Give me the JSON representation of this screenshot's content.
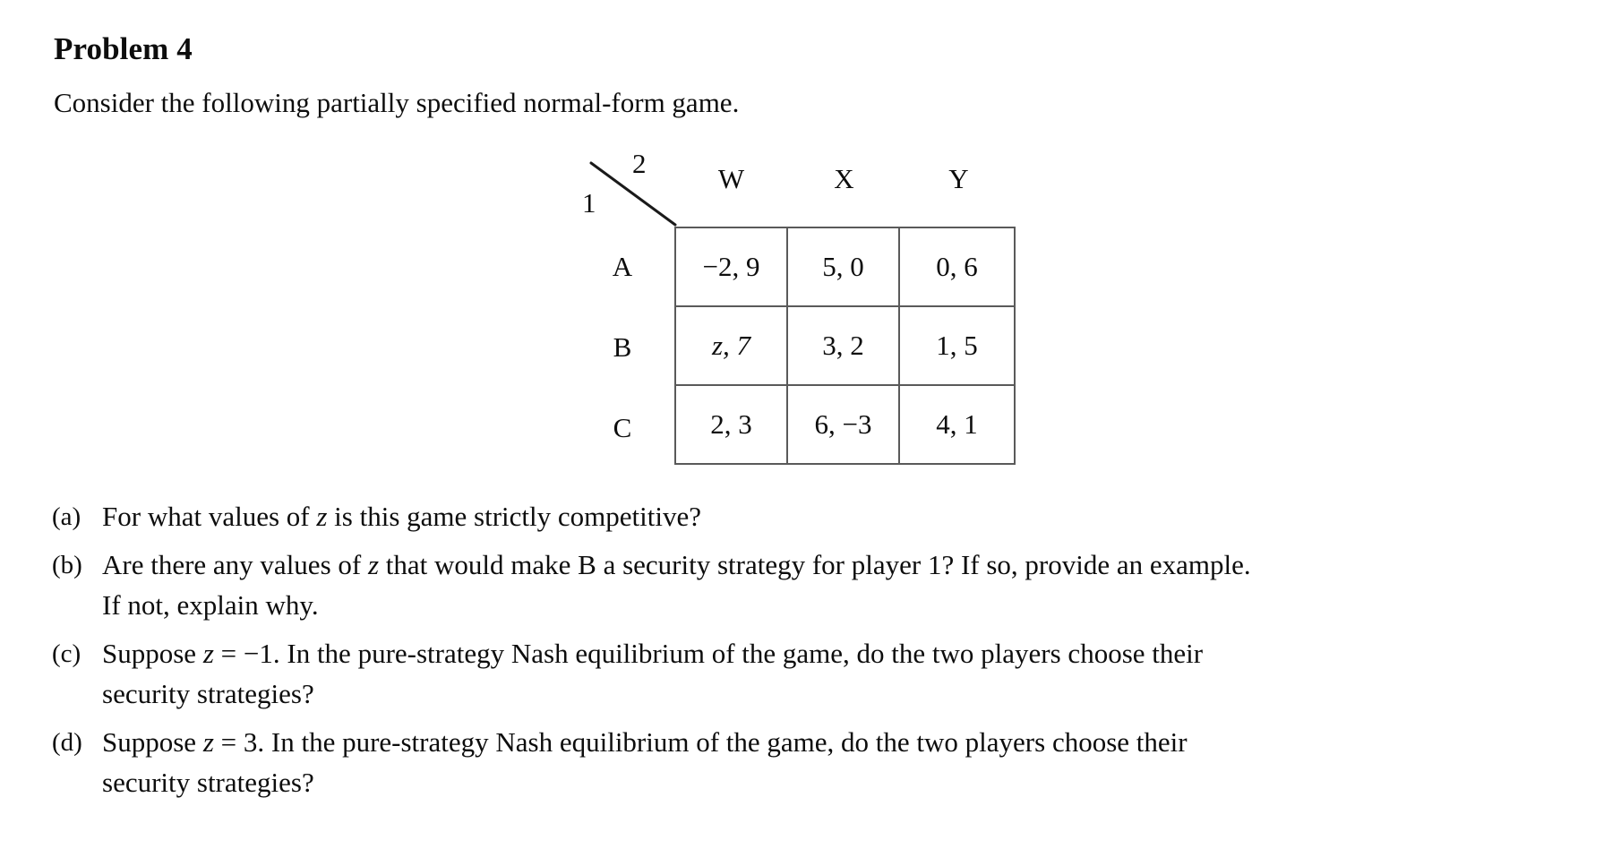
{
  "document": {
    "title": "Problem 4",
    "intro": "Consider the following partially specified normal-form game."
  },
  "matrix": {
    "player_row_label": "1",
    "player_col_label": "2",
    "column_headers": [
      "W",
      "X",
      "Y"
    ],
    "row_headers": [
      "A",
      "B",
      "C"
    ],
    "cells": [
      [
        "−2, 9",
        "5, 0",
        "0, 6"
      ],
      [
        "z, 7",
        "3, 2",
        "1, 5"
      ],
      [
        "2, 3",
        "6, −3",
        "4, 1"
      ]
    ],
    "cells_detail": {
      "A_W": {
        "payoff_1": "−2",
        "payoff_2": "9"
      },
      "A_X": {
        "payoff_1": "5",
        "payoff_2": "0"
      },
      "A_Y": {
        "payoff_1": "0",
        "payoff_2": "6"
      },
      "B_W": {
        "payoff_1": "z",
        "payoff_2": "7"
      },
      "B_X": {
        "payoff_1": "3",
        "payoff_2": "2"
      },
      "B_Y": {
        "payoff_1": "1",
        "payoff_2": "5"
      },
      "C_W": {
        "payoff_1": "2",
        "payoff_2": "3"
      },
      "C_X": {
        "payoff_1": "6",
        "payoff_2": "−3"
      },
      "C_Y": {
        "payoff_1": "4",
        "payoff_2": "1"
      }
    },
    "border_color": "#5a5a5a"
  },
  "questions": [
    {
      "marker": "(a)",
      "text_before": "For what values of ",
      "var": "z",
      "text_after": " is this game strictly competitive?",
      "line2": ""
    },
    {
      "marker": "(b)",
      "text_before": "Are there any values of ",
      "var": "z",
      "text_after": " that would make B a security strategy for player 1? If so, provide an example.",
      "line2": "If not, explain why."
    },
    {
      "marker": "(c)",
      "text_before": "Suppose ",
      "var": "z",
      "text_after": " = −1. In the pure-strategy Nash equilibrium of the game, do the two players choose their",
      "line2": "security strategies?"
    },
    {
      "marker": "(d)",
      "text_before": "Suppose ",
      "var": "z",
      "text_after": " = 3. In the pure-strategy Nash equilibrium of the game, do the two players choose their",
      "line2": "security strategies?"
    }
  ]
}
